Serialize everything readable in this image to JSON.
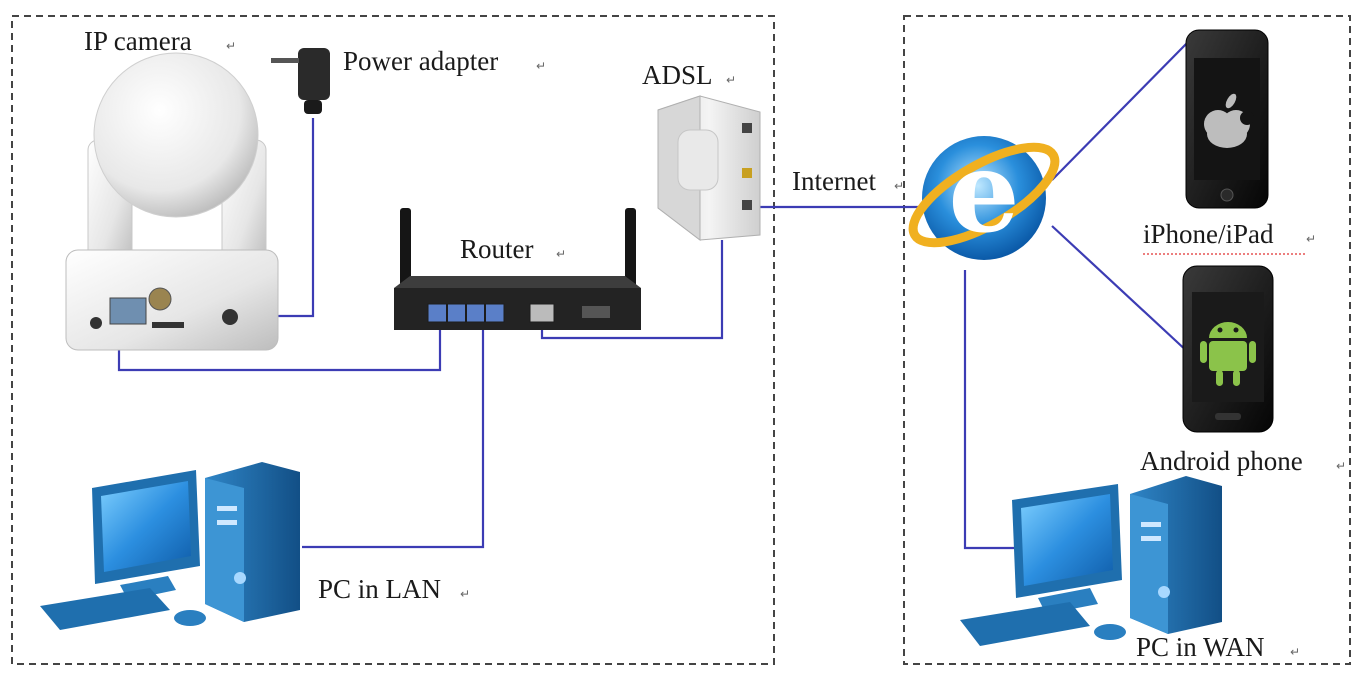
{
  "labels": {
    "ip_camera": "IP camera",
    "power_adapter": "Power adapter",
    "adsl": "ADSL",
    "router": "Router",
    "internet": "Internet",
    "iphone_ipad": "iPhone/iPad",
    "android_phone": "Android phone",
    "pc_lan": "PC in LAN",
    "pc_wan": "PC in WAN"
  },
  "return_mark": "↵",
  "colors": {
    "link_line": "#3c3cb4",
    "frame": "#444444",
    "pc_blue": "#1f6fae",
    "ie_blue": "#2a8fdc",
    "ie_gold": "#f0b020",
    "android_green": "#8bc34a"
  },
  "icons": [
    "ip-camera-icon",
    "power-adapter-icon",
    "adsl-modem-icon",
    "router-icon",
    "internet-explorer-icon",
    "iphone-icon",
    "android-phone-icon",
    "desktop-pc-icon"
  ]
}
